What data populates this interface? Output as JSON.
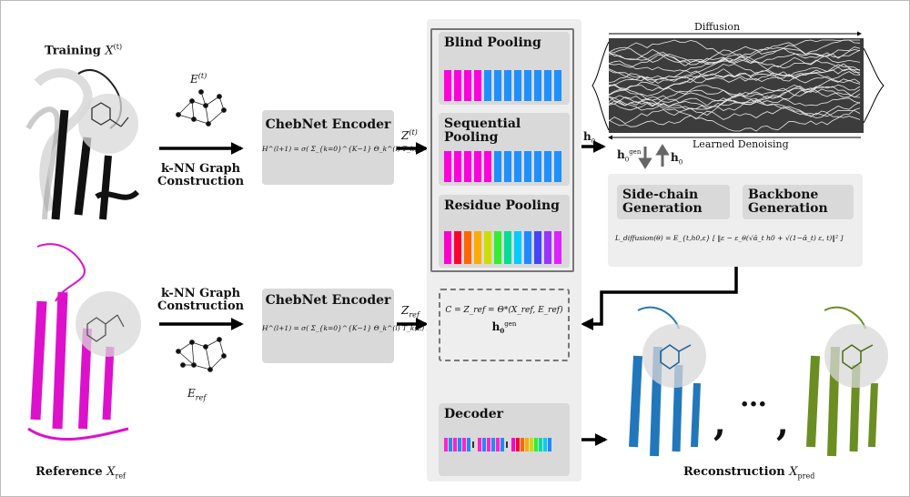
{
  "training": {
    "label": "Training",
    "sym": "X",
    "sup": "(t)"
  },
  "reference": {
    "label": "Reference",
    "sym": "X",
    "sub": "ref"
  },
  "graph_top": {
    "edge_sym": "E",
    "edge_sup": "(t)",
    "label_line1": "k-NN Graph",
    "label_line2": "Construction"
  },
  "graph_bottom": {
    "edge_sym": "E",
    "edge_sub": "ref",
    "label_line1": "k-NN Graph",
    "label_line2": "Construction"
  },
  "encoder_top": {
    "title": "ChebNet Encoder",
    "formula": "H^(l+1) = σ( Σ_{k=0}^{K−1} Θ_k^(l) T_k(L̃) H^(l) )"
  },
  "encoder_bottom": {
    "title": "ChebNet Encoder",
    "formula": "H^(l+1) = σ( Σ_{k=0}^{K−1} Θ_k^(l) T_k(L̃) H^(l) )"
  },
  "z_top": {
    "sym": "Z",
    "sup": "(t)"
  },
  "z_bottom": {
    "sym": "Z",
    "sub": "ref"
  },
  "pooling": [
    {
      "title": "Blind Pooling"
    },
    {
      "title_line1": "Sequential",
      "title_line2": "Pooling"
    },
    {
      "title": "Residue Pooling"
    }
  ],
  "h0": {
    "sym": "h",
    "sub": "0"
  },
  "h0_gen": {
    "sym": "h",
    "sub": "0",
    "sup": "gen"
  },
  "diffusion": {
    "top_label": "Diffusion",
    "bottom_label": "Learned Denoising"
  },
  "generation": {
    "side_line1": "Side-chain",
    "side_line2": "Generation",
    "backbone_line1": "Backbone",
    "backbone_line2": "Generation",
    "loss": "L_diffusion(θ) = E_{t,h0,ε} [ ‖ε − ε_θ(√ᾱ_t h0 + √(1−ᾱ_t) ε, t)‖² ]"
  },
  "conditioning": {
    "formula": "C = Z_ref = Θ*(X_ref, E_ref)",
    "sym": "h",
    "sub": "0",
    "sup": "gen"
  },
  "decoder": {
    "title": "Decoder"
  },
  "reconstruction": {
    "label": "Reconstruction",
    "sym": "X",
    "sub": "pred",
    "ellipsis": "…",
    "comma": ","
  },
  "colors": {
    "magenta": "#ff00dd",
    "blue": "#1e90ff",
    "protein_black": "#111111",
    "protein_magenta": "#dd11cc",
    "protein_blue": "#2277bb",
    "protein_green": "#6b8e23",
    "panel": "#eeeeee",
    "box": "#d9d9d9",
    "plot_bg": "#3c3c3c"
  }
}
